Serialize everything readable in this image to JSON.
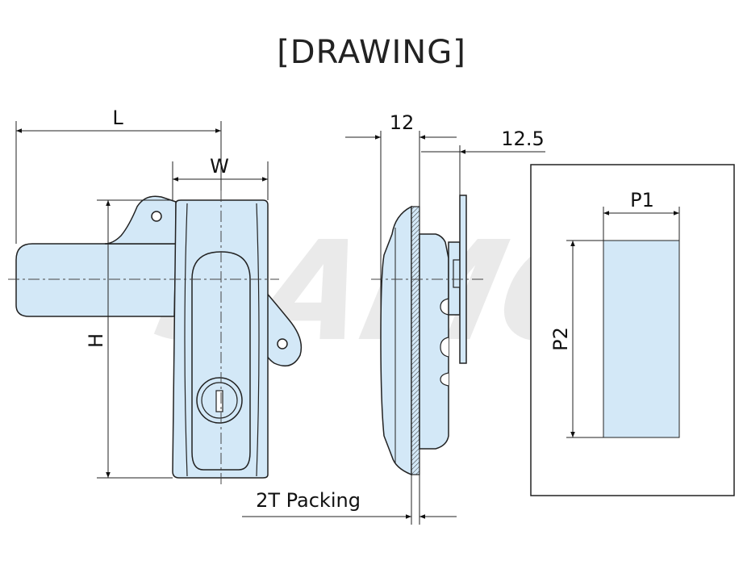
{
  "title": "[DRAWING]",
  "watermark": "SAMO",
  "colors": {
    "part_fill": "#d3e8f7",
    "outline": "#222222",
    "watermark": "#e2e2e2"
  },
  "dimensions": {
    "L": "L",
    "W": "W",
    "H": "H",
    "side_12": "12",
    "side_12_5": "12.5",
    "packing": "2T Packing",
    "P1": "P1",
    "P2": "P2"
  }
}
